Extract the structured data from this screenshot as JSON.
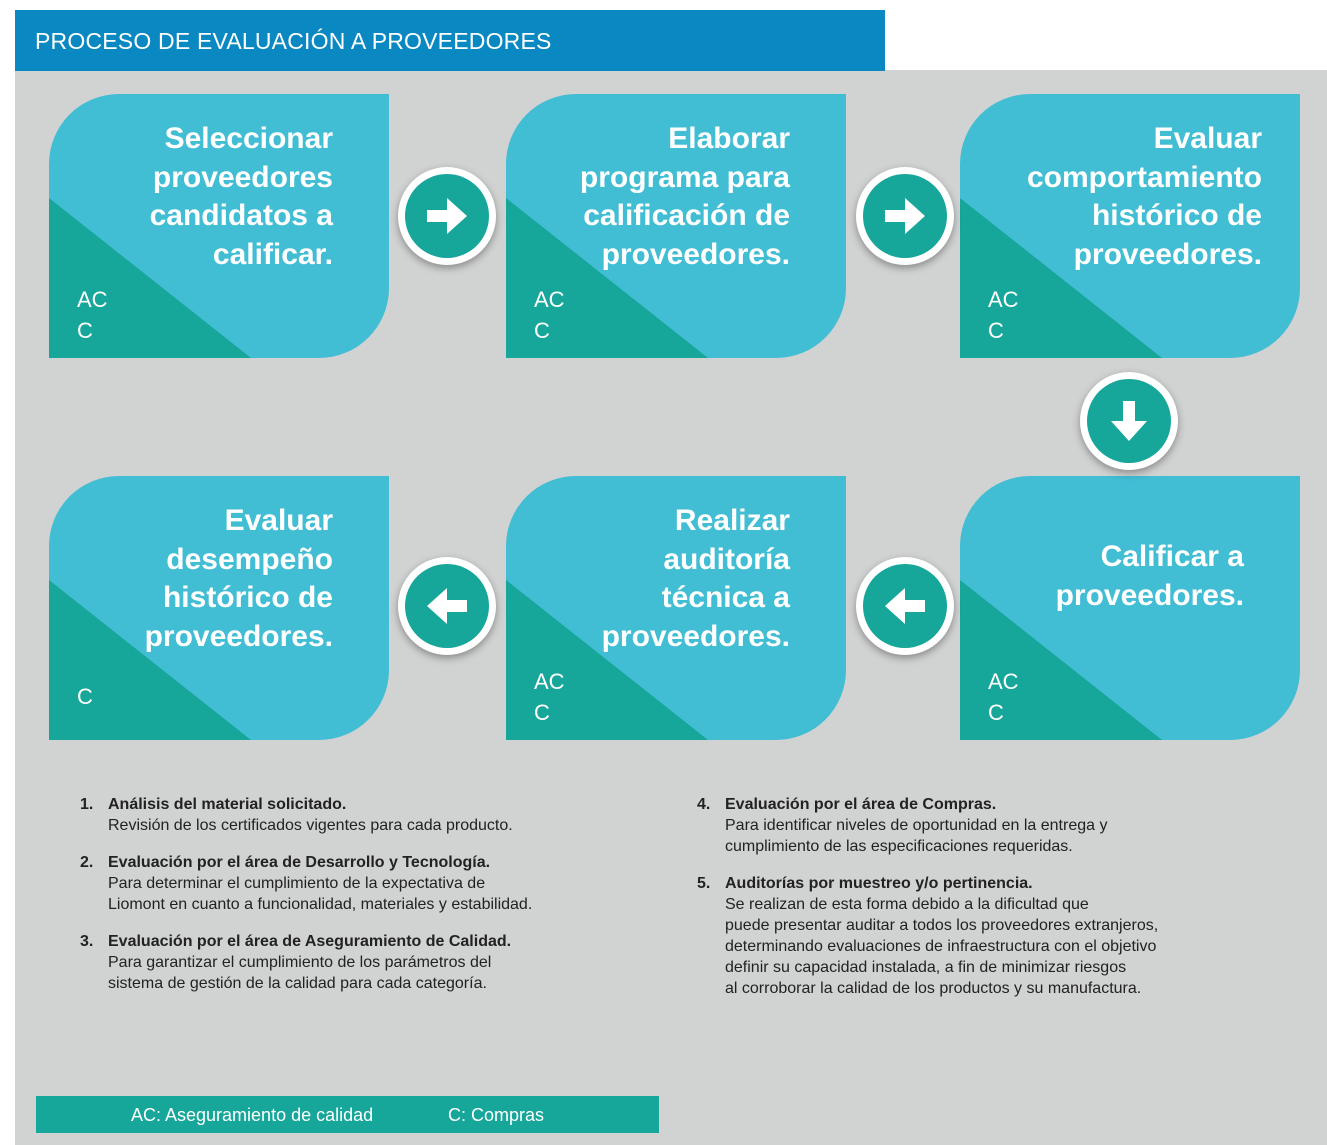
{
  "title": "PROCESO DE EVALUACIÓN A PROVEEDORES",
  "colors": {
    "title_bar": "#0a88c2",
    "card": "#41bdd4",
    "card_accent": "#16a69a",
    "panel": "#d1d2d2"
  },
  "steps": [
    {
      "text": "Seleccionar\nproveedores\ncandidatos a\ncalificar.",
      "resp": "AC\nC"
    },
    {
      "text": "Elaborar\nprograma para\ncalificación de\nproveedores.",
      "resp": "AC\nC"
    },
    {
      "text": "Evaluar\ncomportamiento\nhistórico de\nproveedores.",
      "resp": "AC\nC"
    },
    {
      "text": "Calificar a\nproveedores.",
      "resp": "AC\nC"
    },
    {
      "text": "Realizar\nauditoría\ntécnica a\nproveedores.",
      "resp": "AC\nC"
    },
    {
      "text": "Evaluar\ndesempeño\nhistórico de\nproveedores.",
      "resp": "C"
    }
  ],
  "arrows": [
    "arrow-right-icon",
    "arrow-right-icon",
    "arrow-down-icon",
    "arrow-left-icon",
    "arrow-left-icon"
  ],
  "notes": [
    {
      "num": "1.",
      "head": "Análisis del material solicitado.",
      "body": "Revisión de los certificados vigentes para cada producto."
    },
    {
      "num": "2.",
      "head": "Evaluación por el área de Desarrollo y Tecnología.",
      "body": "Para determinar el cumplimiento de la expectativa de\nLiomont en cuanto a funcionalidad, materiales y estabilidad."
    },
    {
      "num": "3.",
      "head": "Evaluación por el área de Aseguramiento de Calidad.",
      "body": "Para garantizar el cumplimiento de los parámetros del\nsistema de gestión de la calidad para cada categoría."
    },
    {
      "num": "4.",
      "head": "Evaluación por el área de Compras.",
      "body": "Para identificar niveles de oportunidad en la entrega y\ncumplimiento de las especificaciones requeridas."
    },
    {
      "num": "5.",
      "head": "Auditorías por muestreo y/o pertinencia.",
      "body": "Se realizan de esta forma debido a la dificultad que\npuede presentar auditar a todos los proveedores extranjeros,\ndeterminando evaluaciones de infraestructura con el objetivo\ndefinir su capacidad instalada, a fin de minimizar riesgos\nal corroborar la calidad de los productos y su manufactura."
    }
  ],
  "legend": {
    "ac": "AC: Aseguramiento de calidad",
    "c": "C: Compras"
  }
}
